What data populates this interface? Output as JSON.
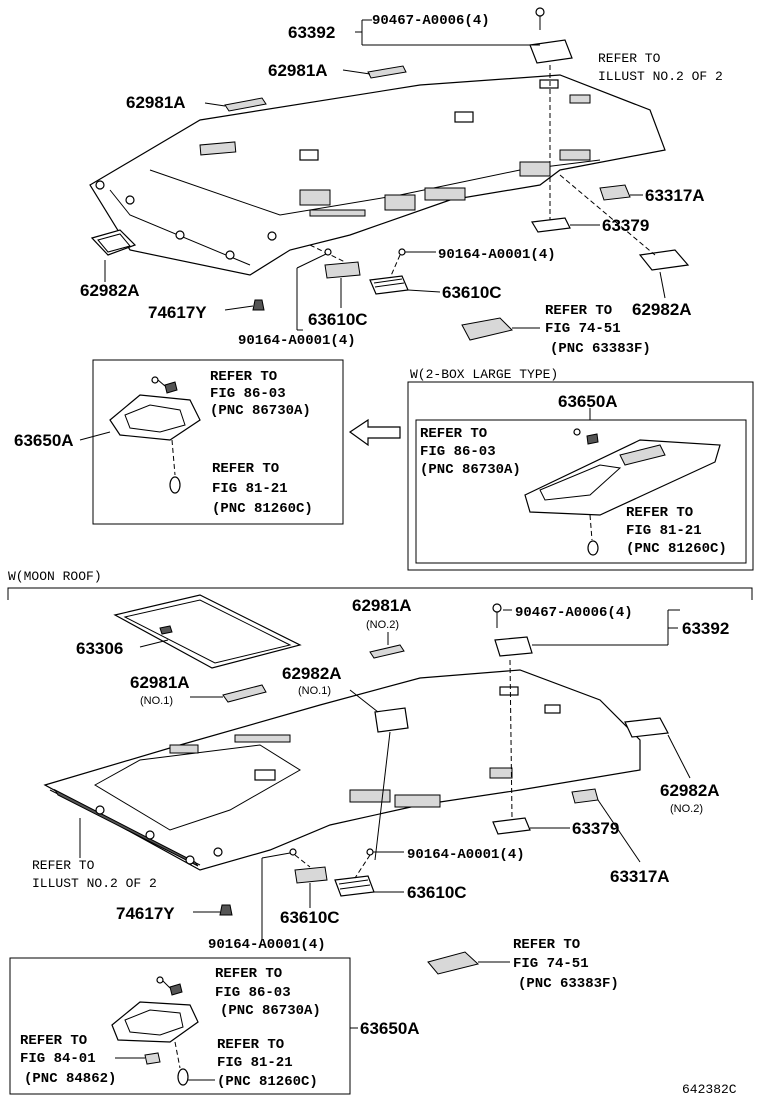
{
  "top_section": {
    "labels": {
      "p63392": "63392",
      "p90467": "90467-A0006(4)",
      "p62981a_1": "62981A",
      "p62981a_2": "62981A",
      "p62982a_left": "62982A",
      "p74617y": "74617Y",
      "p63610c_a": "63610C",
      "p63610c_b": "63610C",
      "p90164_a": "90164-A0001(4)",
      "p90164_b": "90164-A0001(4)",
      "p63317a": "63317A",
      "p63379": "63379",
      "p62982a_right": "62982A"
    },
    "refer_illust": [
      "REFER TO",
      "ILLUST NO.2 OF 2"
    ],
    "refer_fig_74_51": [
      "REFER TO",
      "FIG 74-51",
      "(PNC 63383F)"
    ]
  },
  "lamp_box_left": {
    "label": "63650A",
    "refer_86": [
      "REFER TO",
      "FIG 86-03",
      "(PNC 86730A)"
    ],
    "refer_81": [
      "REFER TO",
      "FIG 81-21",
      "(PNC 81260C)"
    ]
  },
  "lamp_box_right": {
    "header": "W(2-BOX LARGE TYPE)",
    "label": "63650A",
    "refer_86": [
      "REFER TO",
      "FIG 86-03",
      "(PNC 86730A)"
    ],
    "refer_81": [
      "REFER TO",
      "FIG 81-21",
      "(PNC 81260C)"
    ]
  },
  "moon_roof_section": {
    "header": "W(MOON ROOF)",
    "labels": {
      "p62981a_no2": "62981A",
      "p62981a_no2_sub": "(NO.2)",
      "p90467": "90467-A0006(4)",
      "p63392": "63392",
      "p63306": "63306",
      "p62982a_no1": "62982A",
      "p62982a_no1_sub": "(NO.1)",
      "p62981a_no1": "62981A",
      "p62981a_no1_sub": "(NO.1)",
      "p62982a_no2": "62982A",
      "p62982a_no2_sub": "(NO.2)",
      "p63379": "63379",
      "p90164_a": "90164-A0001(4)",
      "p63317a": "63317A",
      "p74617y": "74617Y",
      "p63610c_a": "63610C",
      "p63610c_b": "63610C",
      "p90164_b": "90164-A0001(4)"
    },
    "refer_illust": [
      "REFER TO",
      "ILLUST NO.2 OF 2"
    ],
    "refer_fig_74_51": [
      "REFER TO",
      "FIG 74-51",
      "(PNC 63383F)"
    ]
  },
  "lamp_box_bottom": {
    "label": "63650A",
    "refer_86": [
      "REFER TO",
      "FIG 86-03",
      "(PNC 86730A)"
    ],
    "refer_84": [
      "REFER TO",
      "FIG 84-01",
      "(PNC 84862)"
    ],
    "refer_81": [
      "REFER TO",
      "FIG 81-21",
      "(PNC 81260C)"
    ]
  },
  "figure_id": "642382C"
}
